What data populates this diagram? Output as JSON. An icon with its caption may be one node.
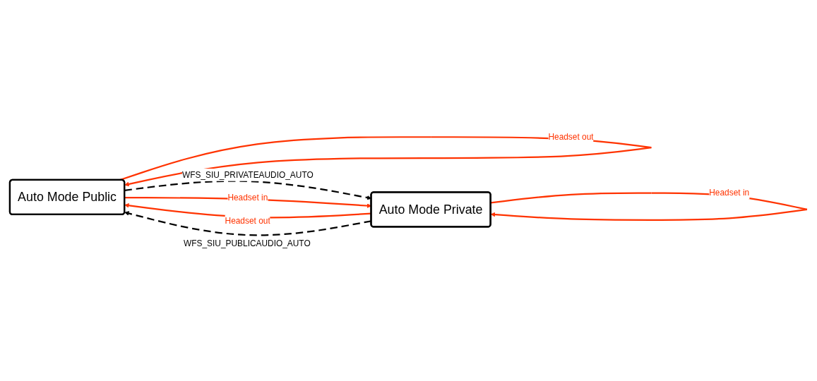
{
  "diagram": {
    "nodes": [
      {
        "text": [
          "Auto Mode Public"
        ]
      },
      {
        "text": [
          "Auto Mode Private"
        ]
      }
    ],
    "edges": [
      {
        "from": 0,
        "to": 0,
        "arrow": "to",
        "label": "Headset out",
        "color": "#ff3300"
      },
      {
        "from": 0,
        "to": 1,
        "arrow": "to",
        "label": "WFS_SIU_PRIVATEAUDIO_AUTO",
        "style": "dashed",
        "color": "#000000"
      },
      {
        "from": 0,
        "to": 1,
        "arrow": "to",
        "label": "Headset in",
        "color": "#ff3300"
      },
      {
        "from": 1,
        "to": 0,
        "arrow": "to",
        "label": "Headset out",
        "color": "#ff3300"
      },
      {
        "from": 1,
        "to": 0,
        "arrow": "to",
        "label": "WFS_SIU_PUBLICAUDIO_AUTO",
        "style": "dashed",
        "color": "#000000"
      },
      {
        "from": 1,
        "to": 1,
        "arrow": "to",
        "label": "Headset in",
        "color": "#ff3300"
      }
    ]
  }
}
